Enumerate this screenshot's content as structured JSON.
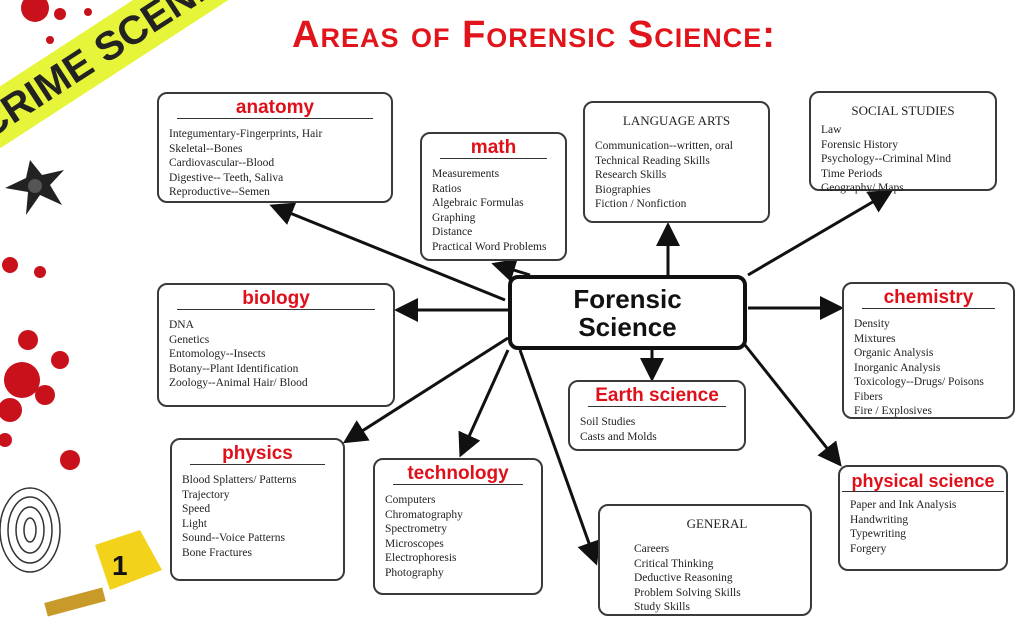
{
  "title": "Areas of Forensic Science:",
  "center": {
    "line1": "Forensic",
    "line2": "Science"
  },
  "decor": {
    "tape_text": "CRIME SCENE DO",
    "marker_number": "1"
  },
  "boxes": [
    {
      "id": "anatomy",
      "header": "anatomy",
      "red": true,
      "items": [
        "Integumentary-Fingerprints, Hair",
        "Skeletal--Bones",
        "Cardiovascular--Blood",
        "Digestive--  Teeth,  Saliva",
        "Reproductive--Semen"
      ]
    },
    {
      "id": "math",
      "header": "math",
      "red": true,
      "items": [
        "Measurements",
        "Ratios",
        "Algebraic Formulas",
        "Graphing",
        "Distance",
        "Practical Word Problems"
      ]
    },
    {
      "id": "language",
      "header": "LANGUAGE ARTS",
      "red": false,
      "items": [
        "Communication--written, oral",
        "Technical Reading Skills",
        "Research Skills",
        "Biographies",
        "Fiction / Nonfiction"
      ]
    },
    {
      "id": "social",
      "header": "SOCIAL STUDIES",
      "red": false,
      "items": [
        "Law",
        "Forensic History",
        "Psychology--Criminal Mind",
        "Time Periods",
        "Geography/ Maps"
      ]
    },
    {
      "id": "biology",
      "header": "biology",
      "red": true,
      "items": [
        "DNA",
        "Genetics",
        "Entomology--Insects",
        "Botany--Plant Identification",
        "Zoology--Animal Hair/ Blood"
      ]
    },
    {
      "id": "chemistry",
      "header": "chemistry",
      "red": true,
      "items": [
        "Density",
        "Mixtures",
        "Organic Analysis",
        "Inorganic Analysis",
        "Toxicology--Drugs/ Poisons",
        "Fibers",
        "Fire / Explosives"
      ]
    },
    {
      "id": "earth",
      "header": "Earth science",
      "red": true,
      "items": [
        "Soil Studies",
        "Casts and Molds"
      ]
    },
    {
      "id": "physics",
      "header": "physics",
      "red": true,
      "items": [
        "Blood Splatters/ Patterns",
        "Trajectory",
        "Speed",
        "Light",
        "Sound--Voice Patterns",
        "Bone Fractures"
      ]
    },
    {
      "id": "technology",
      "header": "technology",
      "red": true,
      "items": [
        "Computers",
        "Chromatography",
        "Spectrometry",
        "Microscopes",
        "Electrophoresis",
        "Photography"
      ]
    },
    {
      "id": "general",
      "header": "GENERAL",
      "red": false,
      "items": [
        "Careers",
        "Critical  Thinking",
        "Deductive Reasoning",
        "Problem Solving Skills",
        "Study  Skills"
      ]
    },
    {
      "id": "physical",
      "header": "physical science",
      "red": true,
      "items": [
        "Paper and Ink Analysis",
        "Handwriting",
        "Typewriting",
        "Forgery"
      ]
    }
  ]
}
